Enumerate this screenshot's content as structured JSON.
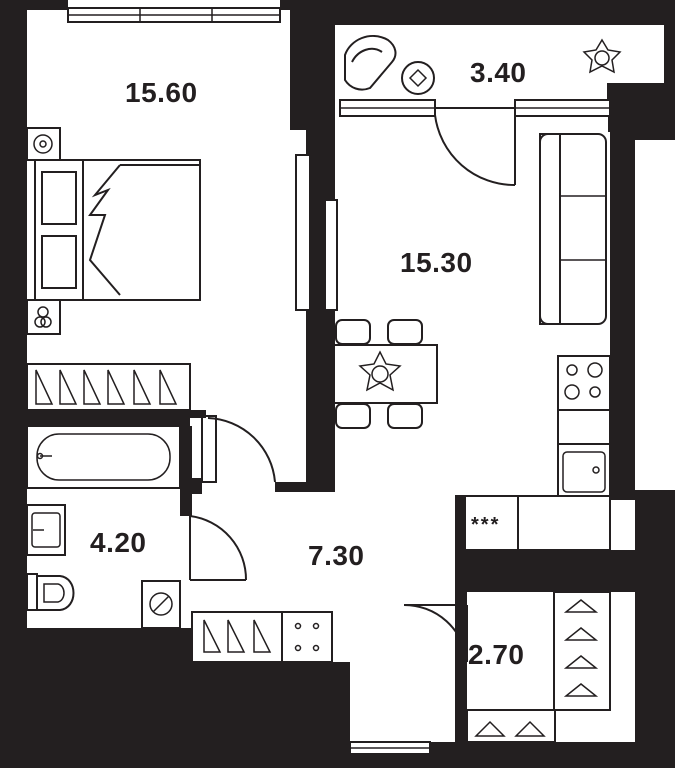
{
  "plan": {
    "rooms": [
      {
        "id": "bedroom",
        "area": "15.60"
      },
      {
        "id": "balcony",
        "area": "3.40"
      },
      {
        "id": "living-kitchen",
        "area": "15.30"
      },
      {
        "id": "bathroom",
        "area": "4.20"
      },
      {
        "id": "hallway",
        "area": "7.30"
      },
      {
        "id": "wardrobe",
        "area": "2.70"
      }
    ],
    "storage_mark": "***",
    "colors": {
      "wall": "#231f20",
      "background": "#ffffff"
    }
  }
}
